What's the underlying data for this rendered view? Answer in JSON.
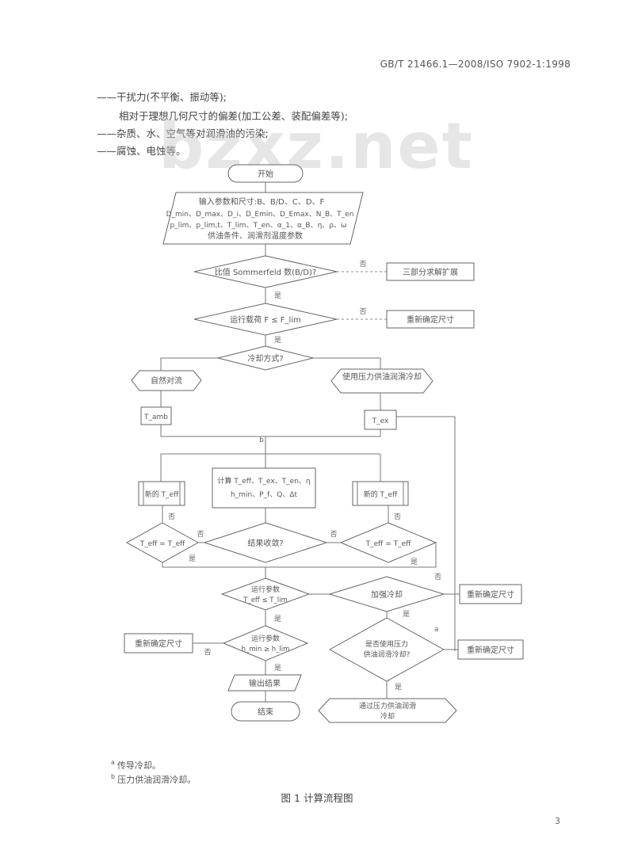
{
  "header": {
    "standard": "GB/T 21466.1—2008/ISO 7902-1:1998"
  },
  "watermark": "bzxz.net",
  "intro_lines": [
    "——干扰力(不平衡、振动等);",
    "相对于理想几何尺寸的偏差(加工公差、装配偏差等);",
    "——杂质、水、空气等对润滑油的污染;",
    "——腐蚀、电蚀等。"
  ],
  "flowchart": {
    "start": "开始",
    "input": {
      "line1": "输入参数和尺寸:B、B/D、C、D、F",
      "line2": "D_min、D_max、D_i、D_Emin、D_Emax、N_B、T_en",
      "line3": "p_lim、p_lim,t、T_lim、T_en、α_1、α_B、η、ρ、ω",
      "line4": "供油条件、润滑剂温度参数"
    },
    "check_ratio": "比值 Sommerfeld 数(B/D)?",
    "change_structure": "三部分求解扩展",
    "check_load": "运行载荷 F ≤ F_lim",
    "resize_1": "重新确定尺寸",
    "cooling_type": "冷却方式?",
    "convection": "自然对流",
    "forced": "使用压力供油润滑冷却",
    "t_amb": "T_amb",
    "t_ex": "T_ex",
    "calc_box": {
      "line1": "计算 T_eff、T_ex、T_en、η",
      "line2": "h_min、P_f、Q、Δt"
    },
    "new_t_left": "新的 T_eff",
    "new_t_right": "新的 T_eff",
    "converge": "结果收敛?",
    "left_check": "T_eff = T_eff",
    "right_check": "T_eff = T_eff",
    "oper_params": {
      "line1": "运行参数",
      "line2": "T_eff ≤ T_lim"
    },
    "decide_cooling": "加强冷却",
    "resize_right_1": "重新确定尺寸",
    "oper_params_2": {
      "line1": "运行参数",
      "line2": "h_min ≥ h_lim"
    },
    "resize_left": "重新确定尺寸",
    "pressure_q": {
      "line1": "是否使用压力",
      "line2": "供油润滑冷却?"
    },
    "resize_right_2": "重新确定尺寸",
    "output": "输出结果",
    "end": "结束",
    "pressure_cooling": {
      "line1": "通过压力供油润滑",
      "line2": "冷却"
    },
    "labels": {
      "no": "否",
      "yes": "是",
      "b": "b",
      "a": "a"
    }
  },
  "footnotes": [
    {
      "mark": "a",
      "text": "传导冷却。"
    },
    {
      "mark": "b",
      "text": "压力供油润滑冷却。"
    }
  ],
  "caption": "图 1  计算流程图",
  "page_number": "3"
}
